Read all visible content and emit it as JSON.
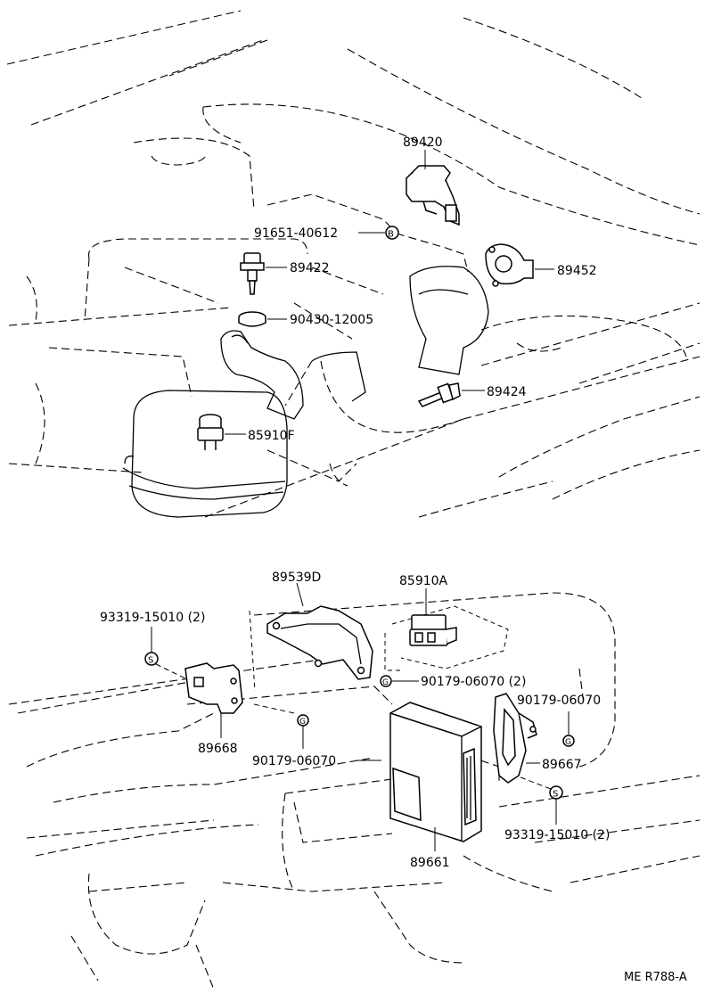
{
  "labels": {
    "p89420": "89420",
    "p91651": "91651-40612",
    "p89422": "89422",
    "p89452": "89452",
    "p90430": "90430-12005",
    "p89424": "89424",
    "p85910F": "85910F",
    "p89539D": "89539D",
    "p85910A": "85910A",
    "p93319a": "93319-15010 (2)",
    "p90179a": "90179-06070 (2)",
    "p90179b": "90179-06070",
    "p89668": "89668",
    "p89667": "89667",
    "p90179c": "90179-06070",
    "p93319b": "93319-15010 (2)",
    "p89661": "89661",
    "ref": "ME R788-A"
  },
  "markers": {
    "b_mark": "B",
    "s_mark": "S",
    "g_mark": "G"
  }
}
